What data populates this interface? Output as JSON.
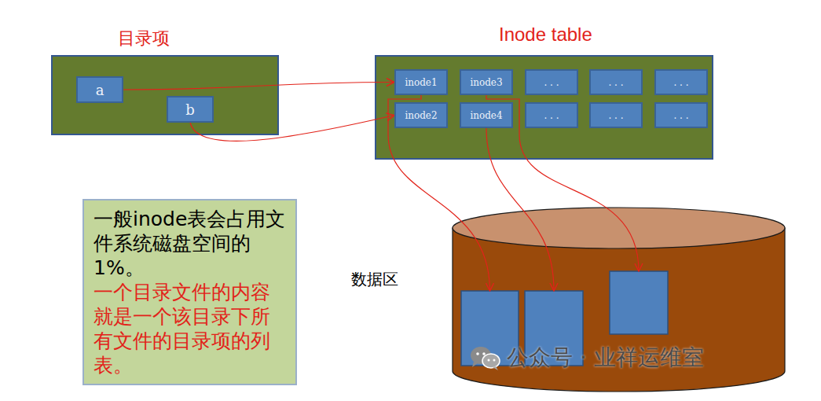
{
  "diagram": {
    "nodes": [
      {
        "text": [
          "目录项"
        ]
      },
      {
        "text": [
          "a"
        ],
        "in": 0
      },
      {
        "text": [
          "b"
        ],
        "in": 0
      },
      {
        "text": [
          "Inode table"
        ]
      },
      {
        "text": [
          "inode1"
        ],
        "in": 3
      },
      {
        "text": [
          "inode3"
        ],
        "in": 3
      },
      {
        "text": [
          ". . ."
        ],
        "in": 3
      },
      {
        "text": [
          ". . ."
        ],
        "in": 3
      },
      {
        "text": [
          ". . ."
        ],
        "in": 3
      },
      {
        "text": [
          "inode2"
        ],
        "in": 3
      },
      {
        "text": [
          "inode4"
        ],
        "in": 3
      },
      {
        "text": [
          ". . ."
        ],
        "in": 3
      },
      {
        "text": [
          ". . ."
        ],
        "in": 3
      },
      {
        "text": [
          ". . ."
        ],
        "in": 3
      },
      {
        "text": [
          "一般inode表会占用文件系统磁盘空间的1%。",
          "一个目录文件的内容就是一个该目录下所有文件的目录项的列表。"
        ]
      },
      {
        "text": [
          "数据区"
        ]
      }
    ],
    "edges": [
      {
        "from": 1,
        "to": 4,
        "arrow": "to"
      },
      {
        "from": 2,
        "to": 9,
        "arrow": "to"
      },
      {
        "from": 4,
        "to": 15,
        "arrow": "to"
      },
      {
        "from": 5,
        "to": 15,
        "arrow": "to"
      },
      {
        "from": 10,
        "to": 15,
        "arrow": "to"
      }
    ],
    "labels": [
      "公众号 · 业祥运维室"
    ]
  }
}
